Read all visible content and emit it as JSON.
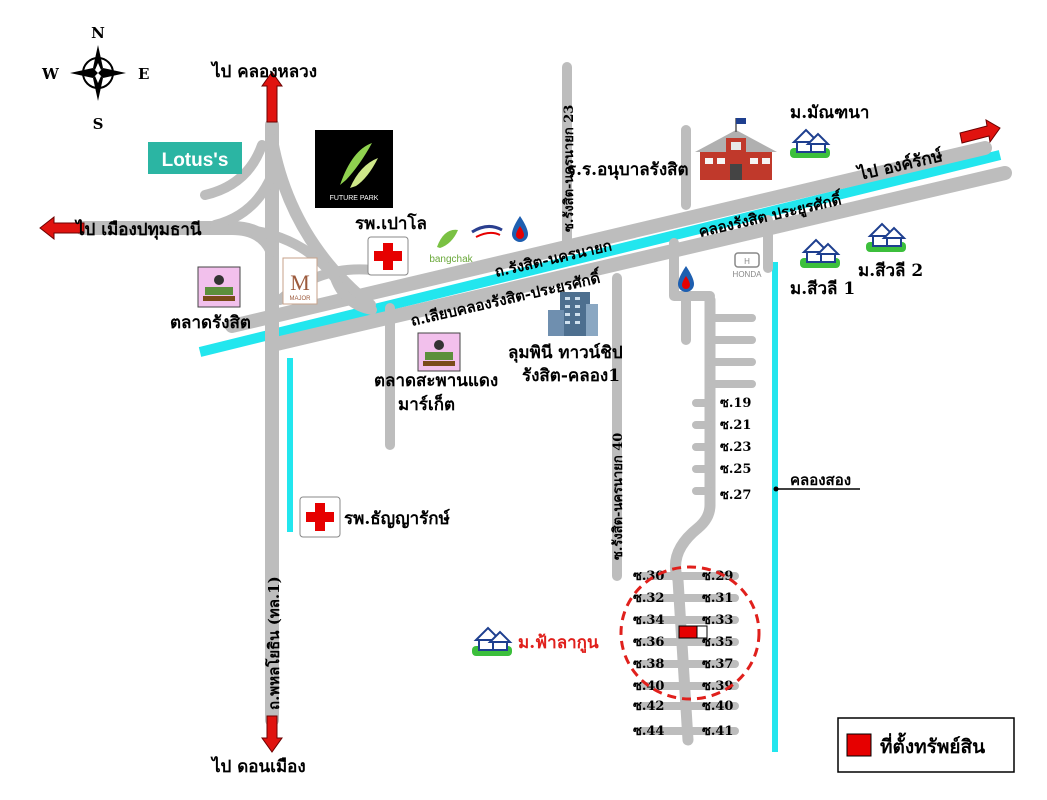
{
  "compass": {
    "n": "N",
    "s": "S",
    "e": "E",
    "w": "W"
  },
  "colors": {
    "road": "#bdbdbd",
    "canal": "#22e6ee",
    "arrow": "#e0130f",
    "marker": "#e60000",
    "highlight": "#e0201c"
  },
  "directions": {
    "north": "ไป คลองหลวง",
    "south": "ไป ดอนเมือง",
    "west": "ไป เมืองปทุมธานี",
    "east": "ไป องค์รักษ์"
  },
  "roads": {
    "phahonyothin": "ถ.พหลโยธิน (ทล.1)",
    "rangsit_nakhonnayok": "ถ.รังสิต-นครนายก",
    "liap_khlong": "ถ.เลียบคลองรังสิต-ประยูรศักดิ์",
    "soi_23": "ซ.รังสิต-นครนายก 23",
    "soi_40": "ซ.รังสิต-นครนายก 40"
  },
  "canals": {
    "rangsit": "คลองรังสิต ประยูรศักดิ์",
    "song": "คลองสอง"
  },
  "places": {
    "lotus": "Lotus's",
    "futurepark": "FUTURE PARK",
    "paolo": "รพ.เปาโล",
    "thanyarak": "รพ.ธัญญารักษ์",
    "market_rangsit": "ตลาดรังสิต",
    "market_saphan_1": "ตลาดสะพานแดง",
    "market_saphan_2": "มาร์เก็ต",
    "school": "ร.ร.อนุบาลรังสิต",
    "lumpini_1": "ลุมพินี ทาวน์ชิป",
    "lumpini_2": "รังสิต-คลอง1",
    "monthana": "ม.มัณฑนา",
    "siwalee1": "ม.สีวลี 1",
    "siwalee2": "ม.สีวลี 2",
    "falakun": "ม.ฟ้าลากูน",
    "bangchak": "bangchak",
    "honda": "HONDA",
    "major": "MAJOR"
  },
  "sois_upper": [
    "ซ.19",
    "ซ.21",
    "ซ.23",
    "ซ.25",
    "ซ.27"
  ],
  "sois_left": [
    "ซ.30",
    "ซ.32",
    "ซ.34",
    "ซ.36",
    "ซ.38",
    "ซ.40",
    "ซ.42",
    "ซ.44"
  ],
  "sois_right": [
    "ซ.29",
    "ซ.31",
    "ซ.33",
    "ซ.35",
    "ซ.37",
    "ซ.39",
    "ซ.40",
    "ซ.41"
  ],
  "legend": {
    "label": "ที่ตั้งทรัพย์สิน"
  }
}
